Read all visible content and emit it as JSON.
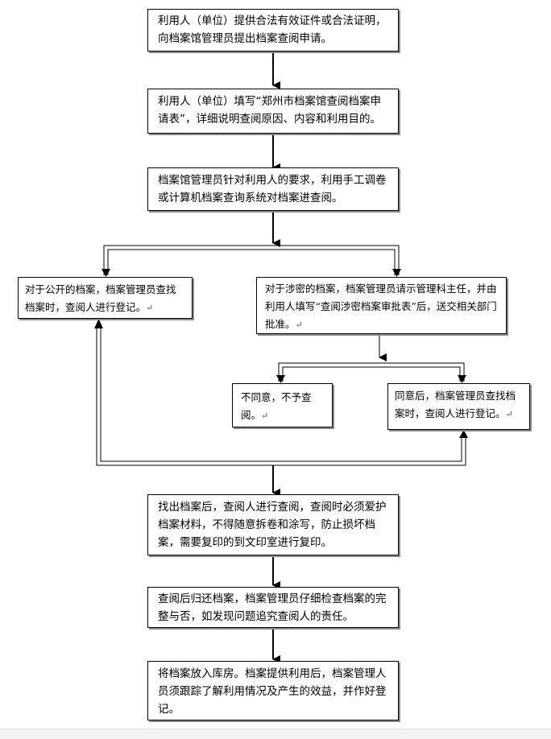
{
  "flowchart": {
    "step1": "利用人（单位）提供合法有效证件或合法证明，向档案馆管理员提出档案查阅申请。",
    "step2": "利用人（单位）填写“郑州市档案馆查阅档案申请表”，详细说明查阅原因、内容和利用目的。",
    "step3": "档案馆管理员针对利用人的要求，利用手工调卷或计算机档案查询系统对档案进查阅。",
    "branch_public": "对于公开的档案，档案管理员查找档案时，查阅人进行登记。",
    "branch_secret": "对于涉密的档案，档案管理员请示管理科主任，并由利用人填写“查阅涉密档案审批表”后，送交相关部门批准。",
    "denied": "不同意，不予查阅。",
    "approved": "同意后，档案管理员查找档案时，查阅人进行登记。",
    "step_read": "找出档案后，查阅人进行查阅，查阅时必须爱护档案材料，不得随意拆卷和涂写，防止损坏档案，需要复印的到文印室进行复印。",
    "step_return": "查阅后归还档案，档案管理员仔细检查档案的完整与否，如发现问题追究查阅人的责任。",
    "step_store": "将档案放入库房。档案提供利用后，档案管理人员须跟踪了解利用情况及产生的效益，并作好登记。",
    "return_mark": "↵"
  },
  "colors": {
    "line": "#000000",
    "shadow": "#8a8a8a",
    "background": "#ffffff"
  }
}
